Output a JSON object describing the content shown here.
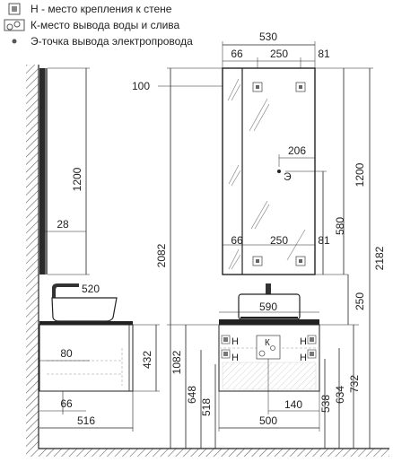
{
  "legend": [
    {
      "symbol": "wall-mount-icon",
      "text": "Н - место крепления к стене"
    },
    {
      "symbol": "water-outlet-icon",
      "text": "К-место вывода воды и слива"
    },
    {
      "symbol": "electric-point-icon",
      "text": "Э-точка вывода электропровода"
    }
  ],
  "dimensions": {
    "mirror_total_width": "530",
    "mirror_left_offset": "66",
    "mirror_mount_spacing": "250",
    "mirror_right_offset": "81",
    "mirror_depth": "100",
    "mirror_height_front": "1200",
    "mirror_height_side": "1200",
    "mirror_thickness": "28",
    "electric_offset": "206",
    "electric_height": "580",
    "lower_left_offset": "66",
    "lower_spacing": "250",
    "lower_right_offset": "81",
    "mirror_top_from_floor": "2082",
    "mirror_top_from_floor_right": "2182",
    "basin_height": "250",
    "basin_depth_side": "520",
    "basin_width_front": "590",
    "cabinet_height_side": "432",
    "cabinet_top_from_floor": "1082",
    "drawer_offset": "80",
    "bottom_offset": "66",
    "cabinet_depth": "516",
    "cabinet_width_front": "500",
    "outlet_offset": "140",
    "mount_height_left": "648",
    "mount_low_left": "518",
    "mount_low_right": "538",
    "outlet_height": "634",
    "cabinet_top_right": "732"
  },
  "markers": {
    "mount": "Н",
    "outlet": "К",
    "electric": "Э"
  }
}
